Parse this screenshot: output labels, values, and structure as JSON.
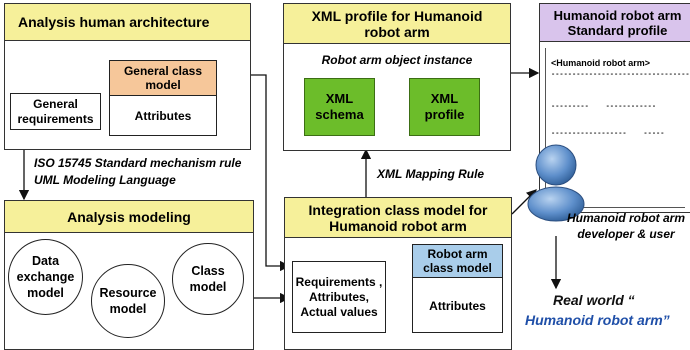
{
  "analysis_architecture": {
    "title": "Analysis human architecture",
    "general_class_model": "General class model",
    "attributes": "Attributes",
    "general_requirements": "General requirements"
  },
  "standard_rule": {
    "line1": "ISO 15745 Standard mechanism rule",
    "line2": "UML Modeling Language"
  },
  "analysis_modeling": {
    "title": "Analysis modeling",
    "data_exchange": "Data exchange model",
    "resource": "Resource model",
    "class": "Class model"
  },
  "xml_profile": {
    "title": "XML profile for Humanoid robot arm",
    "instance": "Robot arm object instance",
    "schema": "XML schema",
    "profile": "XML profile"
  },
  "mapping_rule": "XML Mapping Rule",
  "integration": {
    "title": "Integration class model for Humanoid robot arm",
    "requirements": "Requirements , Attributes, Actual values",
    "robot_arm_class": "Robot arm class model",
    "attributes": "Attributes"
  },
  "standard_profile": {
    "title": "Humanoid robot arm Standard profile",
    "tag": "<Humanoid robot arm>",
    "lines": [
      "---------------------------------",
      "---------    ------------",
      "------------------    -----"
    ]
  },
  "user": {
    "label": "Humanoid robot arm developer & user"
  },
  "real_world": {
    "line1": "Real world “",
    "line2": "Humanoid robot arm”"
  },
  "colors": {
    "yellow_header": "#f6f09a",
    "orange_header": "#f6c79a",
    "blue_header": "#a9cdea",
    "purple_header": "#d9c4ec",
    "green_box": "#6cbd2a",
    "real_world_blue": "#1f4fa8"
  }
}
